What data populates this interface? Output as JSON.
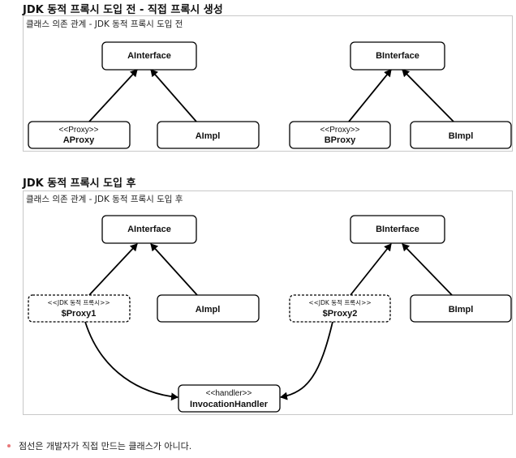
{
  "section1": {
    "title": "JDK 동적 프록시 도입 전 - 직접 프록시 생성",
    "caption": "클래스 의존 관계 - JDK 동적 프록시 도입 전",
    "nodes": {
      "a_interface": "AInterface",
      "b_interface": "BInterface",
      "a_proxy_stereo": "<<Proxy>>",
      "a_proxy_name": "AProxy",
      "a_impl": "AImpl",
      "b_proxy_stereo": "<<Proxy>>",
      "b_proxy_name": "BProxy",
      "b_impl": "BImpl"
    }
  },
  "section2": {
    "title": "JDK 동적 프록시 도입 후",
    "caption": "클래스 의존 관계 - JDK 동적 프록시 도입 후",
    "nodes": {
      "a_interface": "AInterface",
      "b_interface": "BInterface",
      "proxy1_stereo": "<<JDK 동적 프록시>>",
      "proxy1_name": "$Proxy1",
      "a_impl": "AImpl",
      "proxy2_stereo": "<<JDK 동적 프록시>>",
      "proxy2_name": "$Proxy2",
      "b_impl": "BImpl",
      "handler_stereo": "<<handler>>",
      "handler_name": "InvocationHandler"
    }
  },
  "note": "점선은 개발자가 직접 만드는 클래스가 아니다."
}
